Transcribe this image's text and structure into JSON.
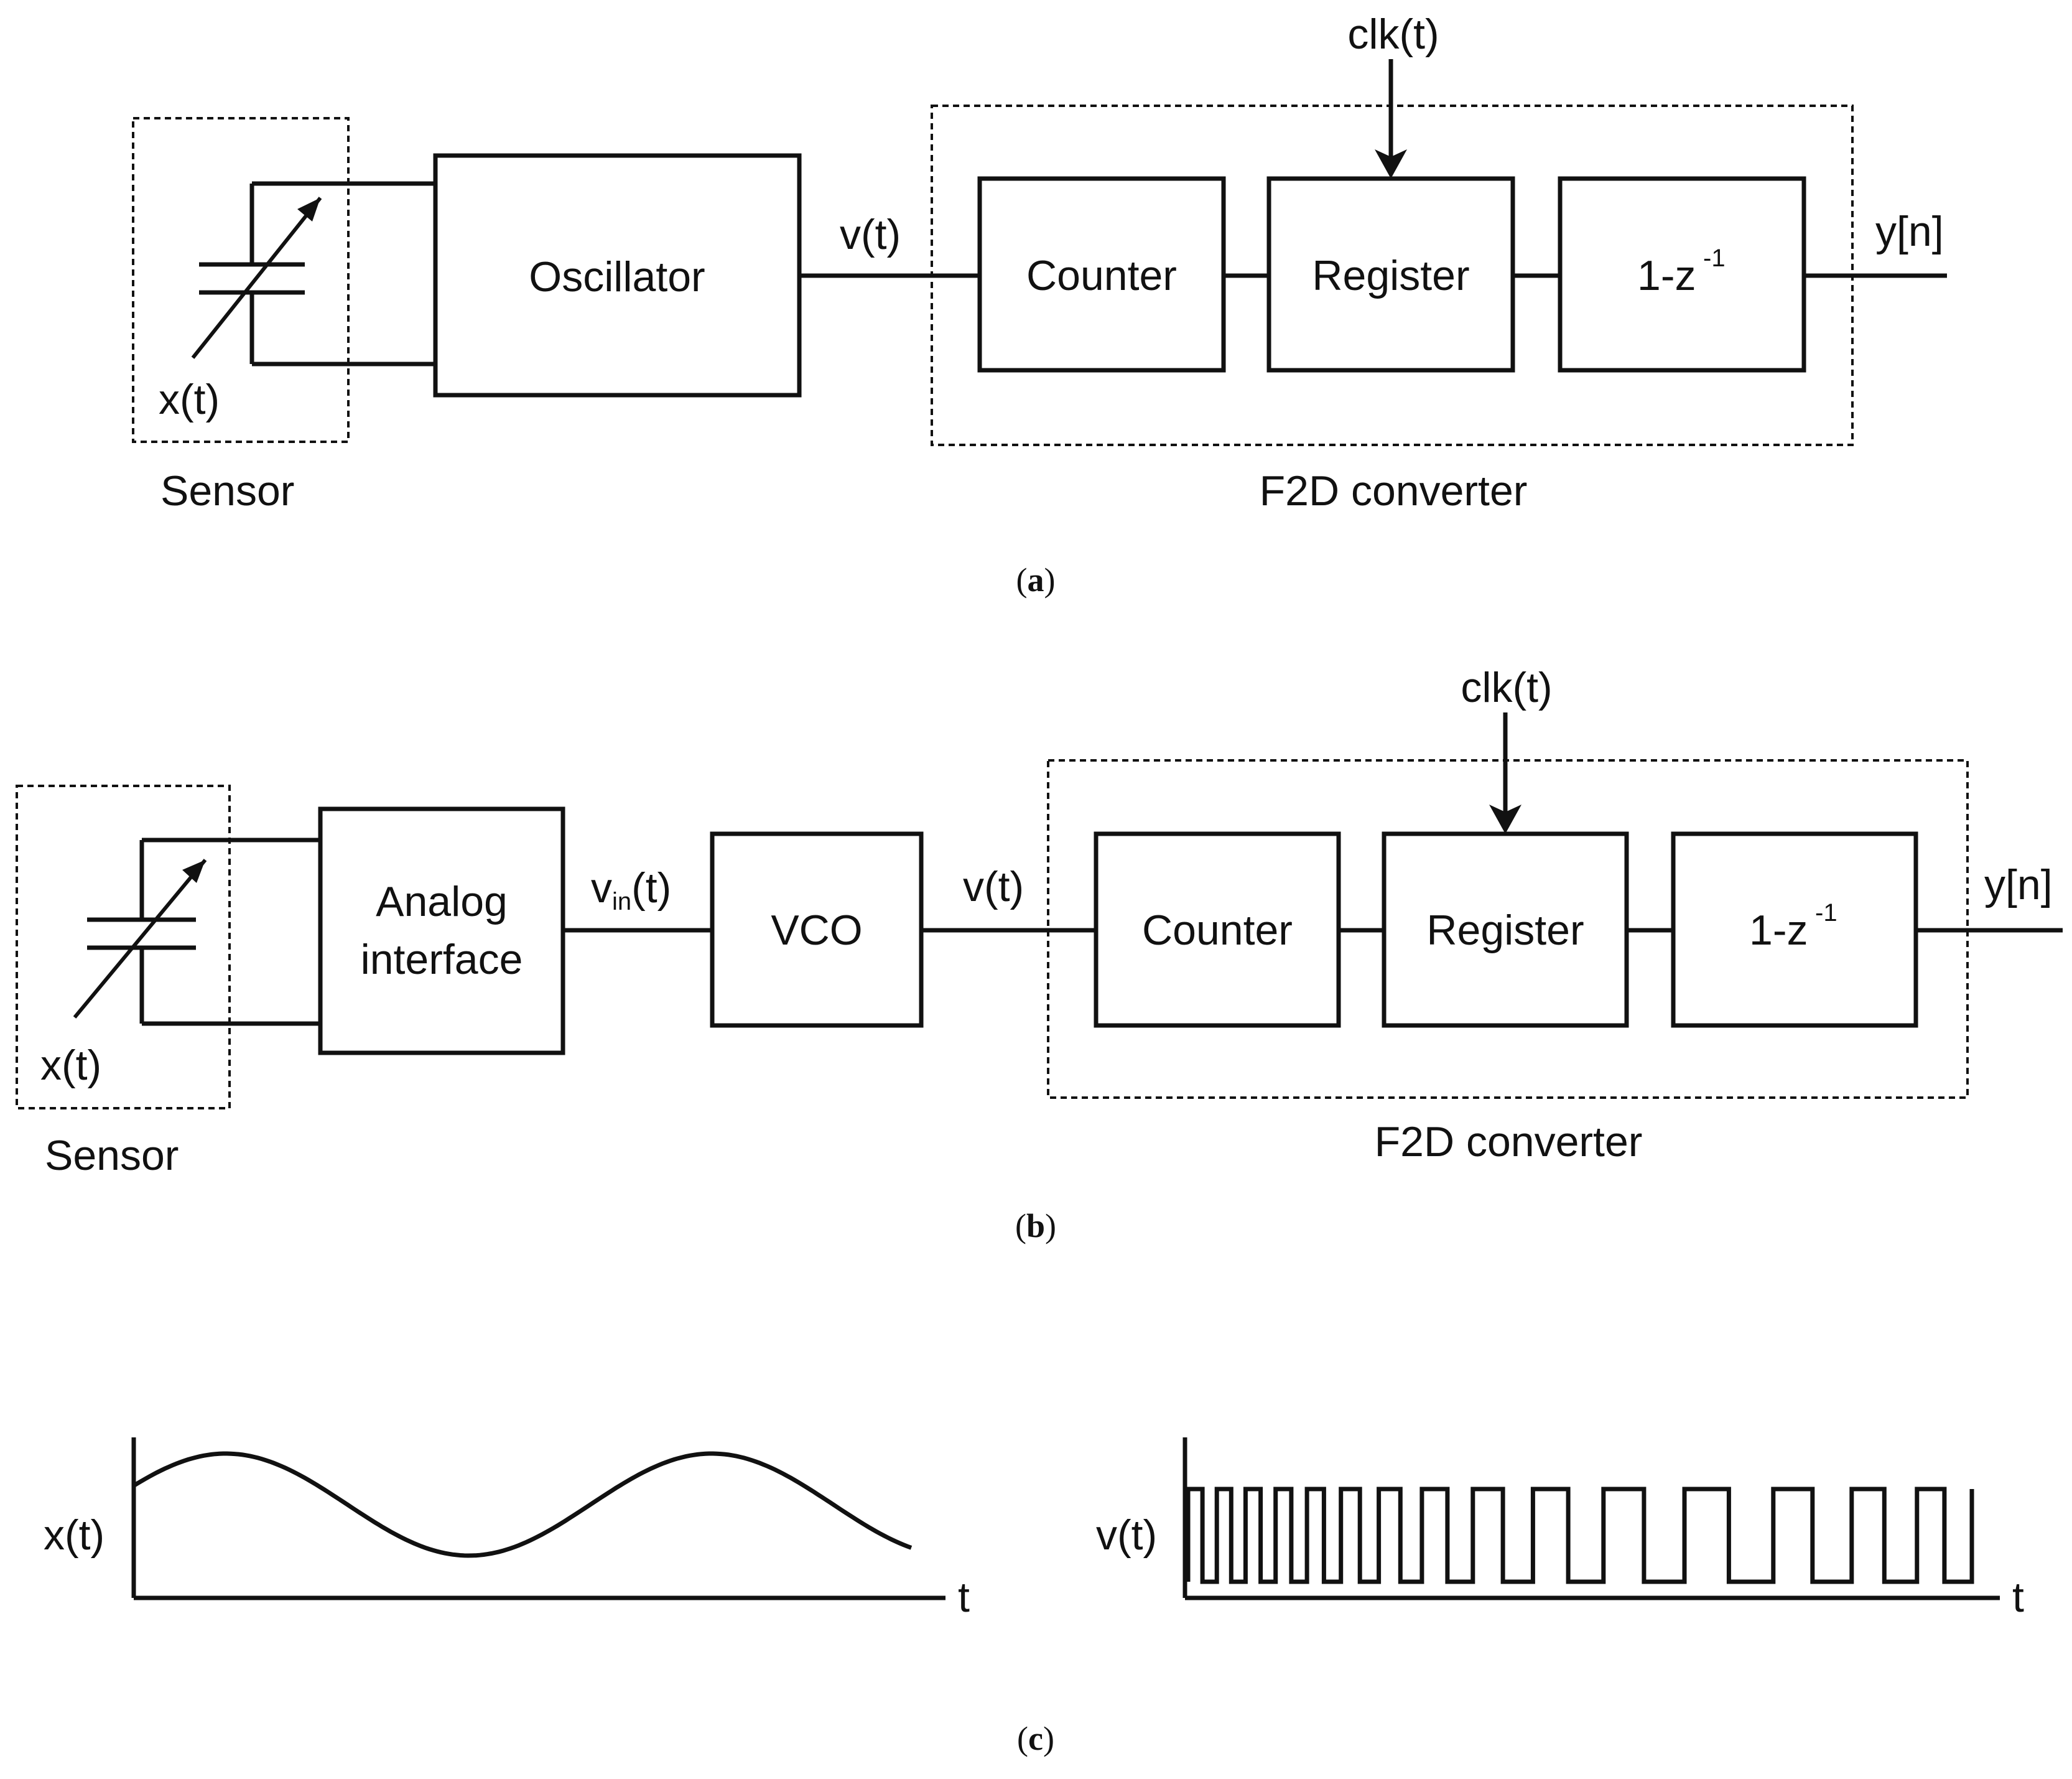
{
  "panel_a": {
    "caption_open": "(",
    "caption_letter": "a",
    "caption_close": ")",
    "sensor_label": "Sensor",
    "sensor_input": "x(t)",
    "oscillator": "Oscillator",
    "signal_v": "v(t)",
    "counter": "Counter",
    "register": "Register",
    "diff_base": "1-z",
    "diff_exp": "-1",
    "clock": "clk(t)",
    "output": "y[n]",
    "converter_label": "F2D converter"
  },
  "panel_b": {
    "caption_open": "(",
    "caption_letter": "b",
    "caption_close": ")",
    "sensor_label": "Sensor",
    "sensor_input": "x(t)",
    "analog_line1": "Analog",
    "analog_line2": "interface",
    "vin_base": "v",
    "vin_sub": "in",
    "vin_tail": "(t)",
    "vco": "VCO",
    "signal_v": "v(t)",
    "counter": "Counter",
    "register": "Register",
    "diff_base": "1-z",
    "diff_exp": "-1",
    "clock": "clk(t)",
    "output": "y[n]",
    "converter_label": "F2D converter"
  },
  "panel_c": {
    "caption_open": "(",
    "caption_letter": "c",
    "caption_close": ")",
    "left_ylabel": "x(t)",
    "left_xlabel": "t",
    "right_ylabel": "v(t)",
    "right_xlabel": "t"
  }
}
